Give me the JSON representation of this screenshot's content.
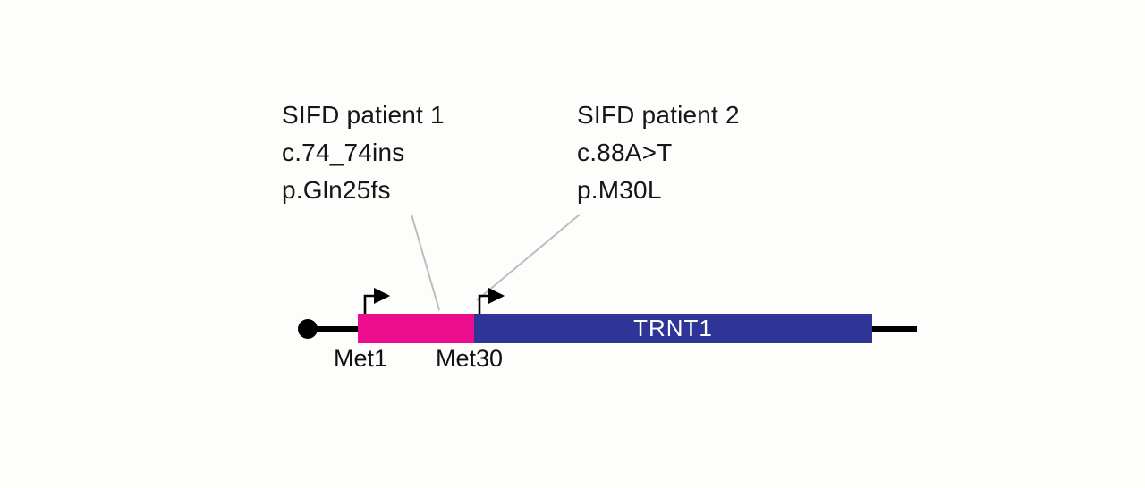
{
  "figure": {
    "annotations": {
      "patient1": {
        "title": "SIFD patient 1",
        "cdna_change": "c.74_74ins",
        "protein_change": "p.Gln25fs"
      },
      "patient2": {
        "title": "SIFD patient 2",
        "cdna_change": "c.88A>T",
        "protein_change": "p.M30L"
      }
    },
    "gene": {
      "name": "TRNT1",
      "start_codon_1": "Met1",
      "start_codon_2": "Met30"
    },
    "colors": {
      "n_terminal_box": "#ec0c8e",
      "gene_box": "#2e3596",
      "backbone": "#000000",
      "leader_line": "#bdbdbd",
      "gene_label": "#ffffff"
    }
  }
}
